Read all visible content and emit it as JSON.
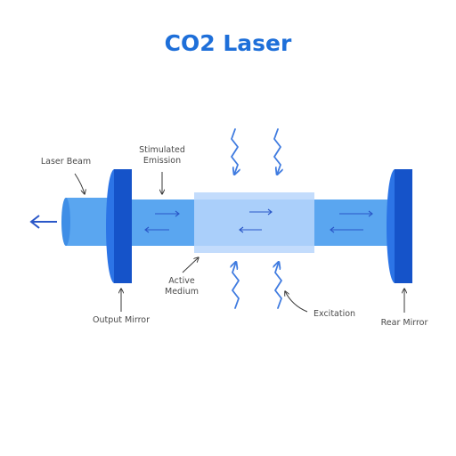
{
  "title": "CO2 Laser",
  "labels": {
    "laser_beam": "Laser Beam",
    "stimulated_line1": "Stimulated",
    "stimulated_line2": "Emission",
    "active_line1": "Active",
    "active_line2": "Medium",
    "output_mirror": "Output Mirror",
    "excitation": "Excitation",
    "rear_mirror": "Rear Mirror"
  },
  "colors": {
    "title": "#1e6fd9",
    "tube": "#5aa6f0",
    "tube_dark": "#3f8ee6",
    "medium": "#b8d6fb",
    "mirror_front": "#2c74e6",
    "mirror_side": "#1553c9",
    "arrow": "#2a57c8",
    "wave": "#3f7be0",
    "label_text": "#4a4a4a"
  }
}
